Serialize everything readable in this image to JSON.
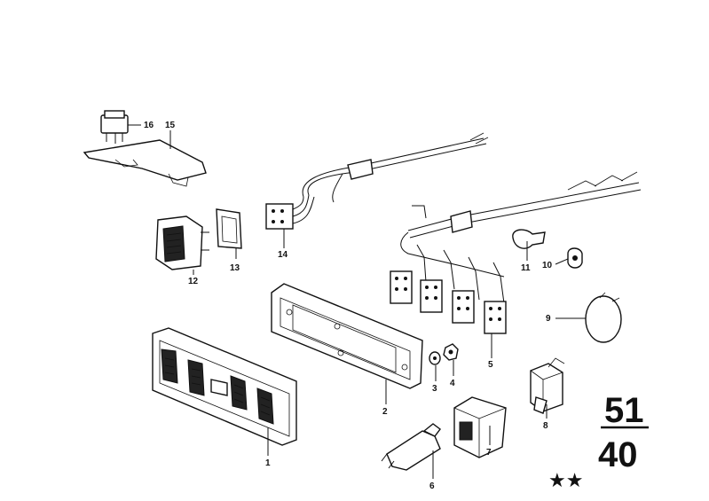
{
  "diagram": {
    "group_number_top": "51",
    "group_number_bottom": "40",
    "rating_stars": "★★",
    "callouts": [
      "1",
      "2",
      "3",
      "4",
      "5",
      "6",
      "7",
      "8",
      "9",
      "10",
      "11",
      "12",
      "13",
      "14",
      "15",
      "16"
    ]
  }
}
